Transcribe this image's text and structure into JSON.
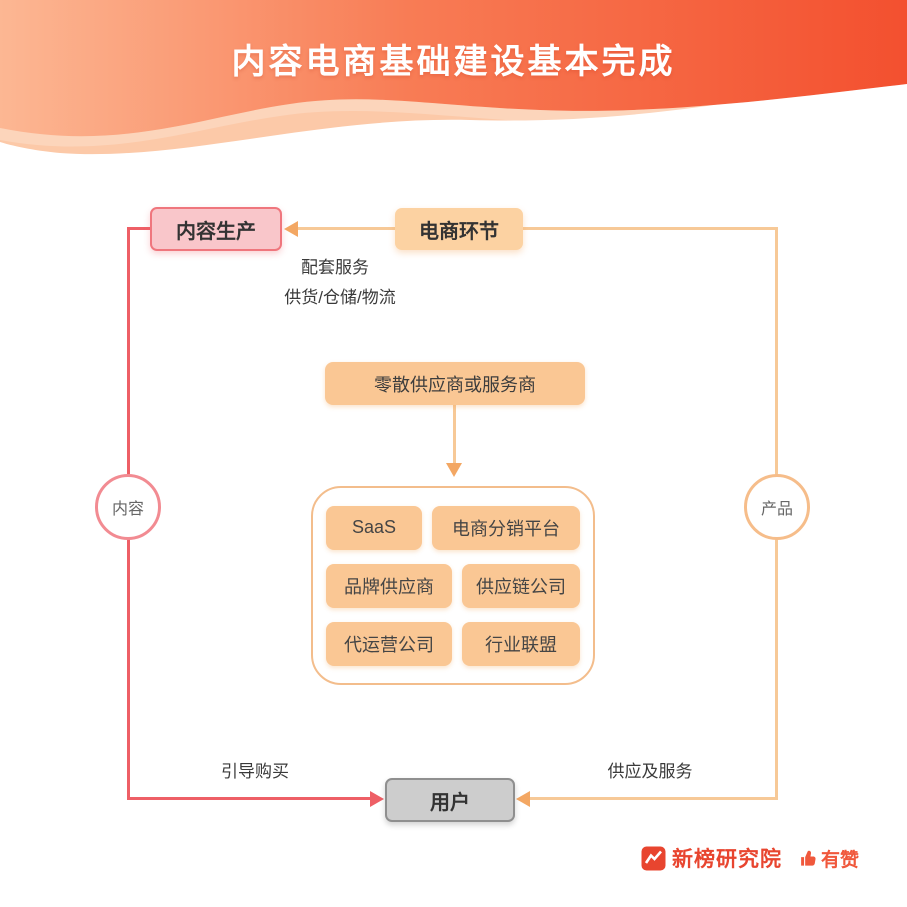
{
  "header": {
    "title": "内容电商基础建设基本完成"
  },
  "nodes": {
    "content_production": "内容生产",
    "ecommerce_link": "电商环节",
    "scattered_supplier": "零散供应商或服务商",
    "user": "用户",
    "content_circle": "内容",
    "product_circle": "产品"
  },
  "labels": {
    "supporting_services": "配套服务",
    "supply_warehouse_logistics": "供货/仓储/物流",
    "guide_purchase": "引导购买",
    "supply_and_service": "供应及服务"
  },
  "providers": [
    "SaaS",
    "电商分销平台",
    "品牌供应商",
    "供应链公司",
    "代运营公司",
    "行业联盟"
  ],
  "footer": {
    "newrank": "新榜研究院",
    "youzan": "有赞"
  },
  "colors": {
    "header_gradient_start": "#fcb793",
    "header_gradient_end": "#f3502f",
    "red_line": "#ee5f66",
    "orange_line": "#f7c997",
    "orange_box": "#fac794",
    "peach_box": "#fcd2a2",
    "pink_box": "#f9c6ca",
    "gray_box": "#cdcdcd",
    "newrank_red": "#e8452f",
    "youzan_orange": "#f0583c"
  }
}
